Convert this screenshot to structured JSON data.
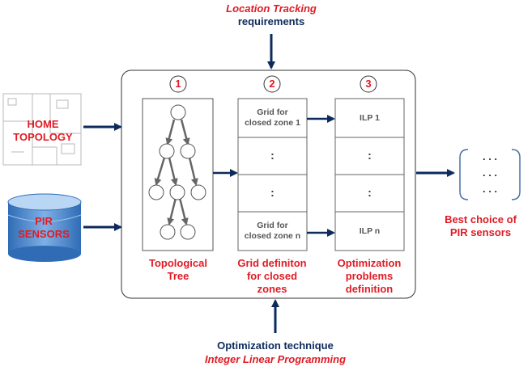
{
  "top_input": {
    "line1": "Location Tracking",
    "line2": "requirements"
  },
  "bottom_input": {
    "line1": "Optimization technique",
    "line2": "Integer Linear Programming"
  },
  "left_inputs": {
    "home_topology": {
      "line1": "HOME",
      "line2": "TOPOLOGY"
    },
    "pir_sensors": {
      "line1": "PIR",
      "line2": "SENSORS"
    }
  },
  "steps": [
    {
      "number": "1",
      "caption": [
        "Topological",
        "Tree"
      ]
    },
    {
      "number": "2",
      "caption": [
        "Grid definiton",
        "for closed",
        "zones"
      ]
    },
    {
      "number": "3",
      "caption": [
        "Optimization",
        "problems",
        "definition"
      ]
    }
  ],
  "grid_column": {
    "first": [
      "Grid for",
      "closed zone 1"
    ],
    "dots": ":",
    "last": [
      "Grid for",
      "closed zone n"
    ]
  },
  "ilp_column": {
    "first": "ILP 1",
    "dots": ":",
    "last": "ILP n"
  },
  "output": {
    "matrix_dots": ". . .",
    "caption": [
      "Best choice of",
      "PIR sensors"
    ]
  },
  "colors": {
    "arrow": "#0c2a5b",
    "accent": "#e01b24",
    "tree_arrow": "#666666",
    "db_blue": "#4a86c8"
  }
}
